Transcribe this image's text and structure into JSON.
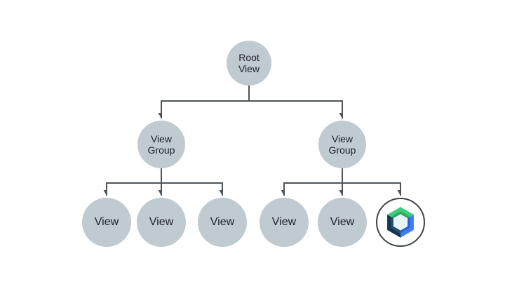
{
  "diagram": {
    "nodes": {
      "root": {
        "label": "Root View"
      },
      "groups": [
        {
          "label": "View Group"
        },
        {
          "label": "View Group"
        }
      ],
      "left_children": [
        {
          "label": "View"
        },
        {
          "label": "View"
        },
        {
          "label": "View"
        }
      ],
      "right_children": [
        {
          "label": "View"
        },
        {
          "label": "View"
        }
      ],
      "compose": {
        "icon": "jetpack-compose-logo"
      }
    },
    "colors": {
      "background": "#ffffff",
      "node_fill": "#bfcad1",
      "edge": "#4e5457",
      "text": "#1d2125",
      "compose_logo": {
        "green": "#3bcd78",
        "green_dark": "#2ca35c",
        "blue": "#3d7ef2",
        "blue_dark": "#2b5fc9",
        "navy": "#12374e",
        "navy_light": "#1d4f6b",
        "hole": "#e8f4fc",
        "ring": "#3e4447"
      }
    }
  }
}
